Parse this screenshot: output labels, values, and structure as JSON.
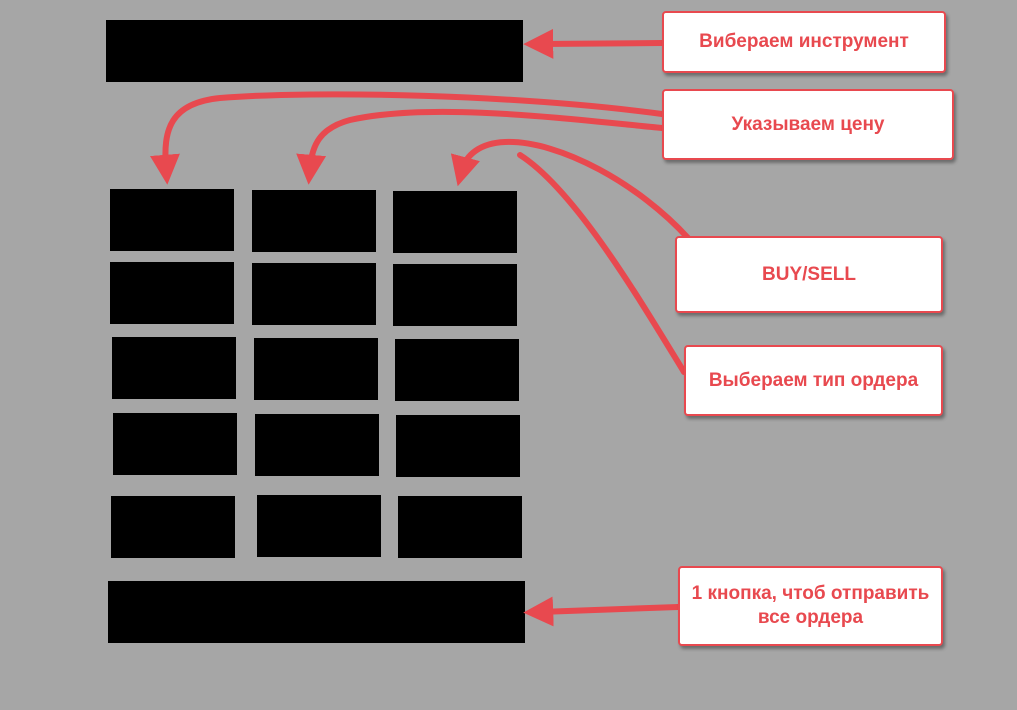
{
  "colors": {
    "background": "#a6a6a6",
    "redacted_block": "#000000",
    "accent": "#e8494f",
    "callout_bg": "#ffffff"
  },
  "callouts": {
    "instrument": "Виберaем инструмент",
    "price": "Указываем цену",
    "side": "BUY/SELL",
    "order_type": "Выберaем тип ордера",
    "send_all": "1 кнопка, чтоб отправить все ордера"
  }
}
